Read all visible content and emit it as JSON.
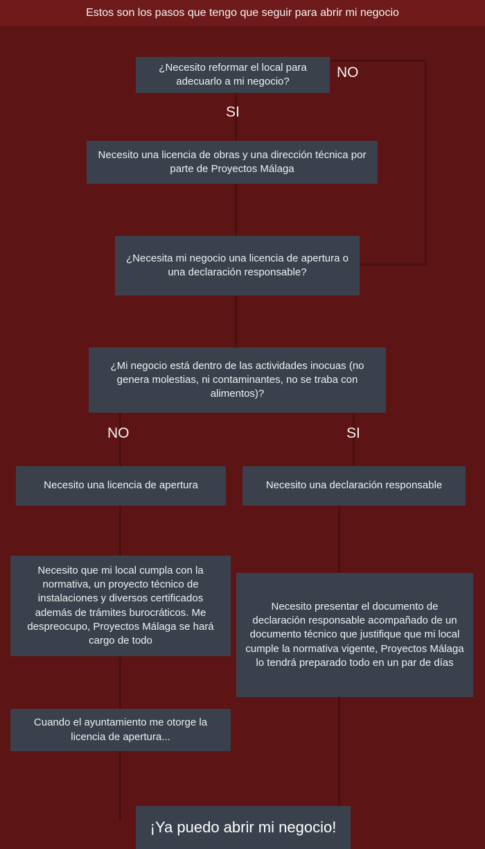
{
  "header": {
    "title": "Estos son los pasos que tengo que seguir para abrir mi negocio"
  },
  "flow": {
    "q_reform": "¿Necesito reformar el local para adecuarlo a mi negocio?",
    "no_top": "NO",
    "si_top": "SI",
    "licencia_obras": "Necesito una licencia de obras y una dirección técnica por parte de Proyectos Málaga",
    "q_tipo": "¿Necesita mi negocio una licencia de apertura o una declaración responsable?",
    "q_inocuas": "¿Mi negocio está dentro de las actividades inocuas (no genera molestias, ni contaminantes, no se traba con alimentos)?",
    "no_mid": "NO",
    "si_mid": "SI",
    "licencia_apertura": "Necesito una licencia de apertura",
    "declaracion_responsable": "Necesito una declaración responsable",
    "detalle_licencia": "Necesito que mi local cumpla con la normativa, un proyecto técnico de instalaciones y diversos certificados además de trámites burocráticos. Me despreocupo, Proyectos Málaga se hará cargo de todo",
    "detalle_declaracion": "Necesito presentar el documento de declaración responsable acompañado de un documento técnico que justifique que mi local cumple la normativa vigente, Proyectos Málaga lo tendrá preparado todo en un par de días",
    "ayuntamiento": "Cuando el ayuntamiento me otorge la licencia de apertura...",
    "final": "¡Ya puedo abrir mi negocio!"
  },
  "colors": {
    "background": "#5d1414",
    "header_bar": "#6f1a1a",
    "node_fill": "#3a414c",
    "text": "#eef1f4",
    "connector": "#4a0f0f"
  }
}
